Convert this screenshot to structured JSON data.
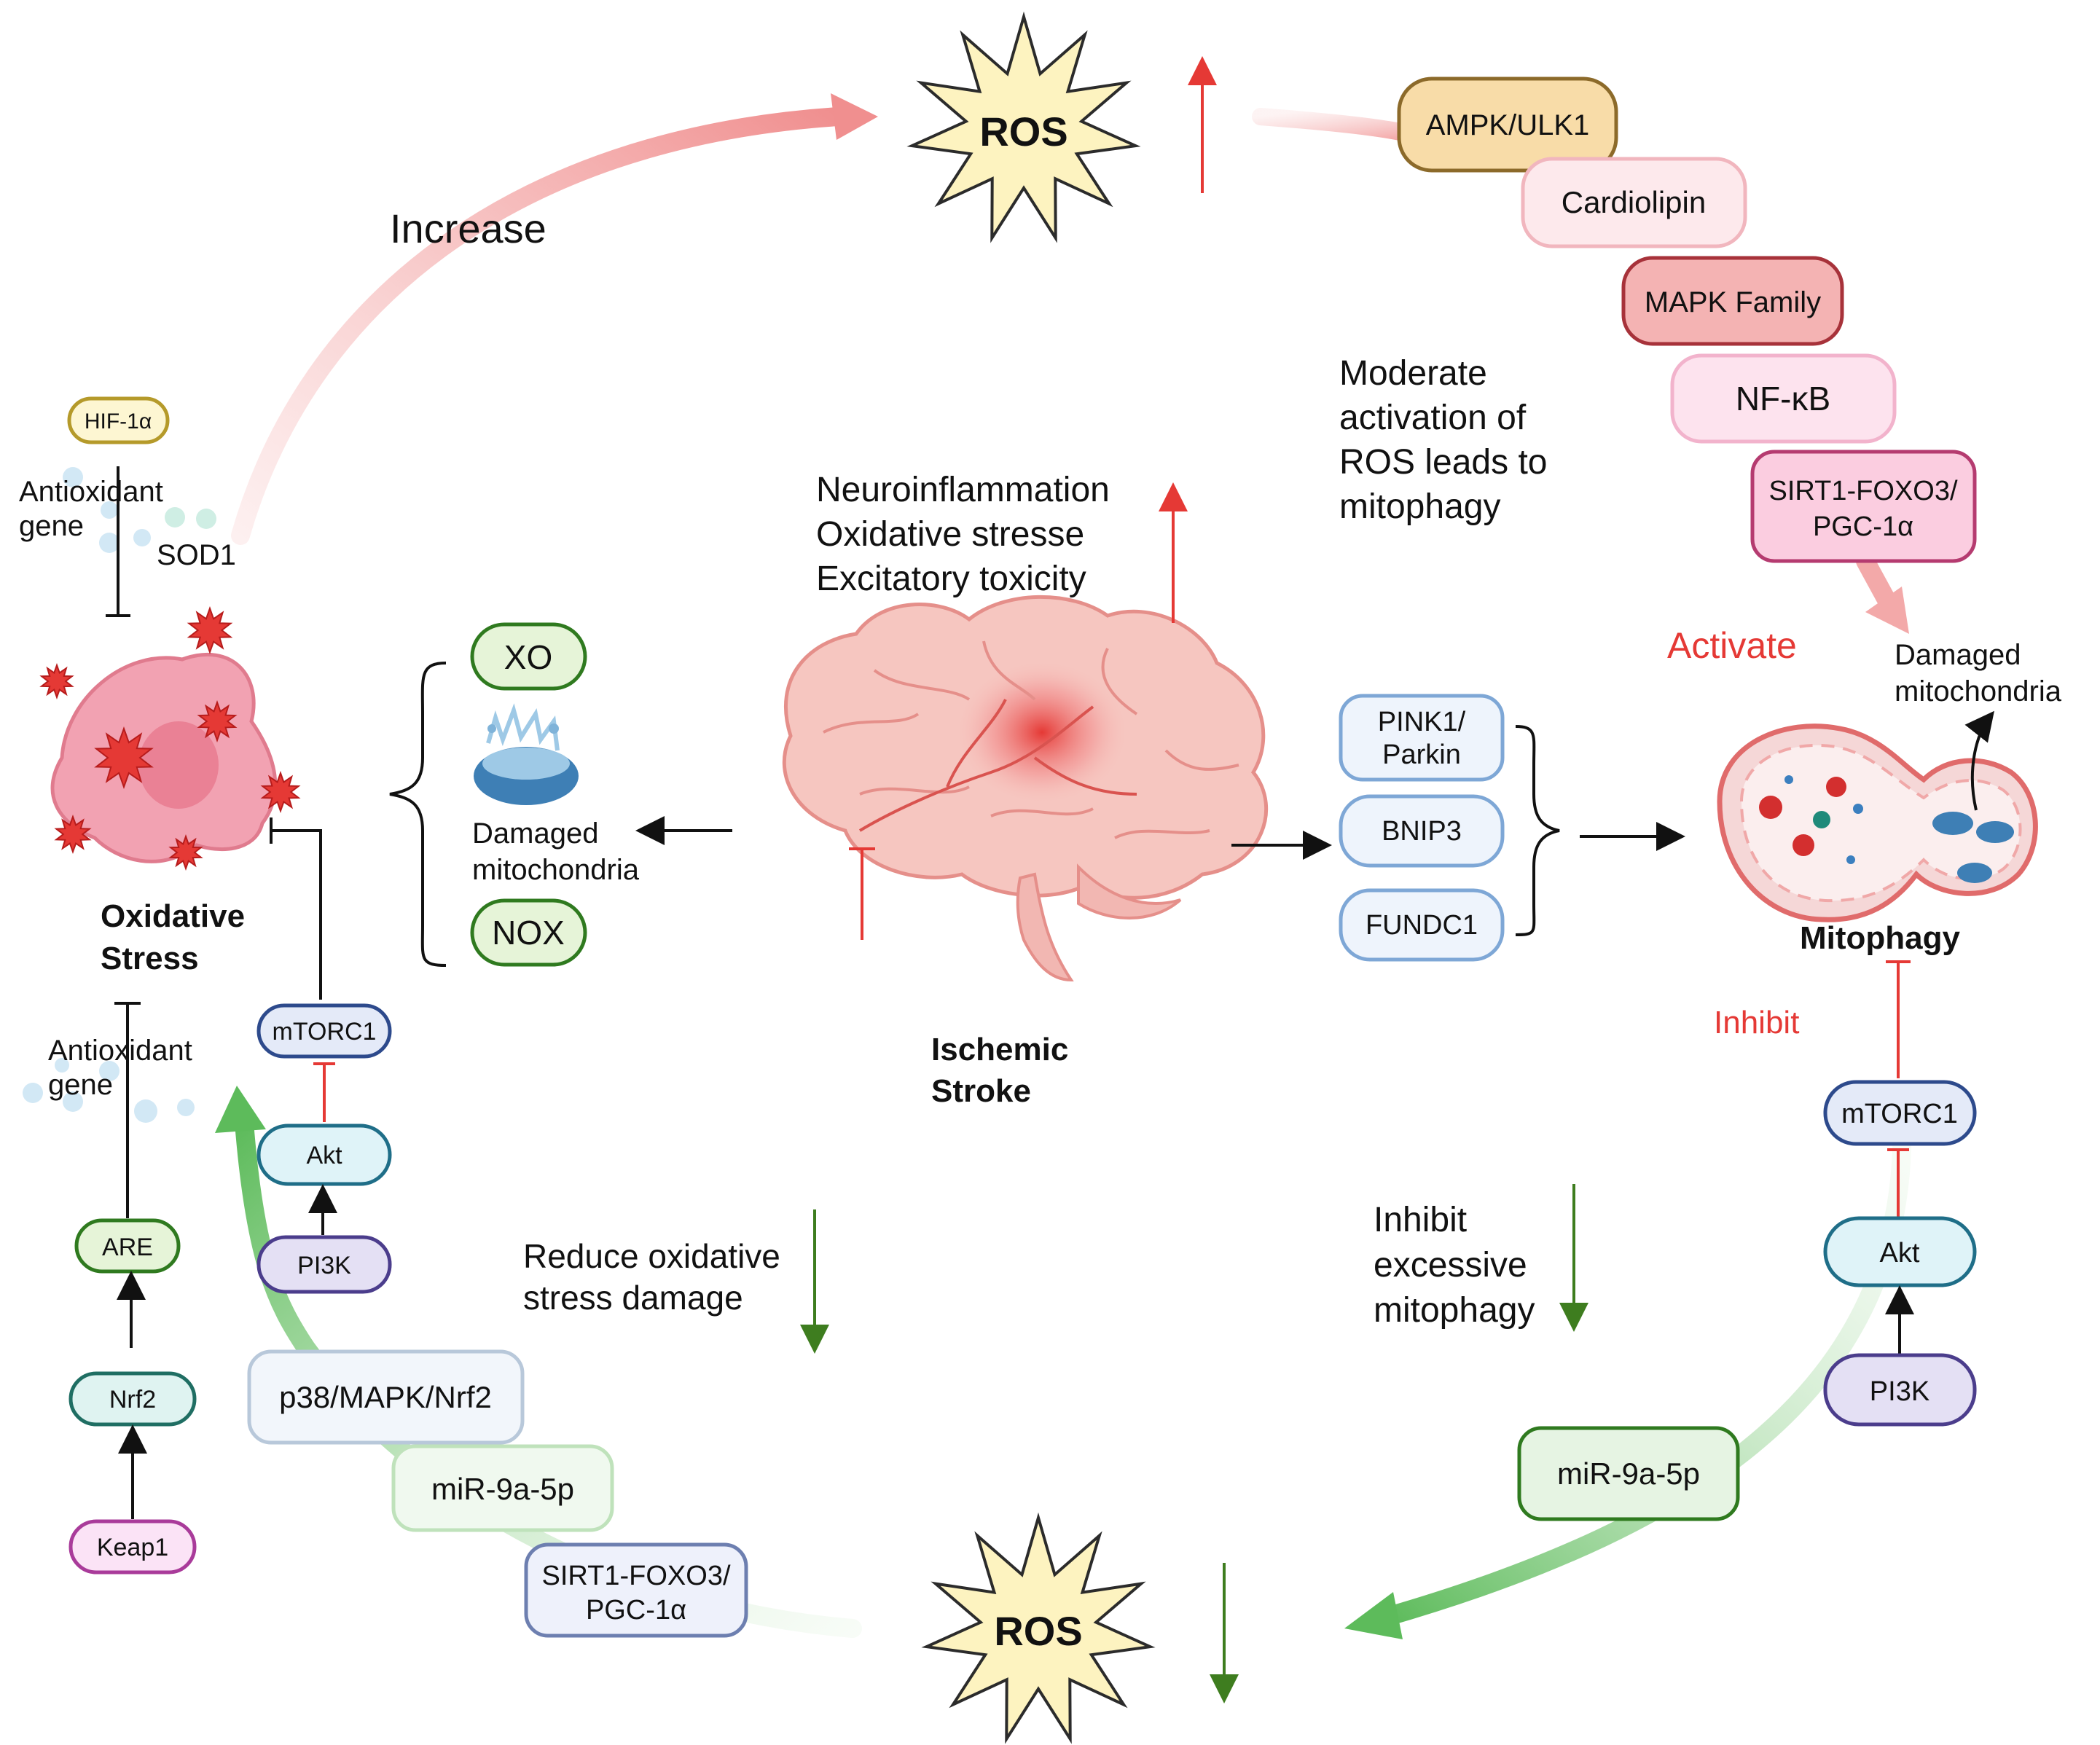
{
  "ros_top": "ROS",
  "ros_bottom": "ROS",
  "increase_label": "Increase",
  "center": {
    "effects": [
      "Neuroinflammation",
      "Oxidative stresse",
      "Excitatory toxicity"
    ],
    "title": [
      "Ischemic",
      "Stroke"
    ]
  },
  "left": {
    "hif": "HIF-1α",
    "antioxidant_top": [
      "Antioxidant",
      "gene"
    ],
    "sod1": "SOD1",
    "oxidative_stress": [
      "Oxidative",
      "Stress"
    ],
    "antioxidant_bottom": [
      "Antioxidant",
      "gene"
    ],
    "are": "ARE",
    "nrf2": "Nrf2",
    "keap1": "Keap1",
    "mtorc1": "mTORC1",
    "akt": "Akt",
    "pi3k": "PI3K",
    "xo": "XO",
    "nox": "NOX",
    "damaged_mito": [
      "Damaged",
      "mitochondria"
    ]
  },
  "bottom_left": {
    "p38": "p38/MAPK/Nrf2",
    "mir": "miR-9a-5p",
    "sirt1": [
      "SIRT1-FOXO3/",
      "PGC-1α"
    ],
    "reduce": [
      "Reduce oxidative",
      "stress damage"
    ]
  },
  "right_top": {
    "ampk": "AMPK/ULK1",
    "cardiolipin": "Cardiolipin",
    "mapk": "MAPK Family",
    "nfkb": "NF-κB",
    "sirt1": [
      "SIRT1-FOXO3/",
      "PGC-1α"
    ],
    "moderate": [
      "Moderate",
      "activation of",
      "ROS leads to",
      "mitophagy"
    ],
    "activate": "Activate",
    "damaged_mito": [
      "Damaged",
      "mitochondria"
    ]
  },
  "right": {
    "pink1": [
      "PINK1/",
      "Parkin"
    ],
    "bnip3": "BNIP3",
    "fundc1": "FUNDC1",
    "mitophagy": "Mitophagy",
    "inhibit": "Inhibit",
    "mtorc1": "mTORC1",
    "akt": "Akt",
    "pi3k": "PI3K",
    "mir": "miR-9a-5p",
    "inhibit_excessive": [
      "Inhibit",
      "excessive",
      "mitophagy"
    ]
  },
  "colors": {
    "ros_fill": "#fdf3c0",
    "red_arrow": "#e53935",
    "green_arrow": "#3e7d1f",
    "pink_arc": "#f4a6a6",
    "green_arc": "#6cc36a"
  }
}
